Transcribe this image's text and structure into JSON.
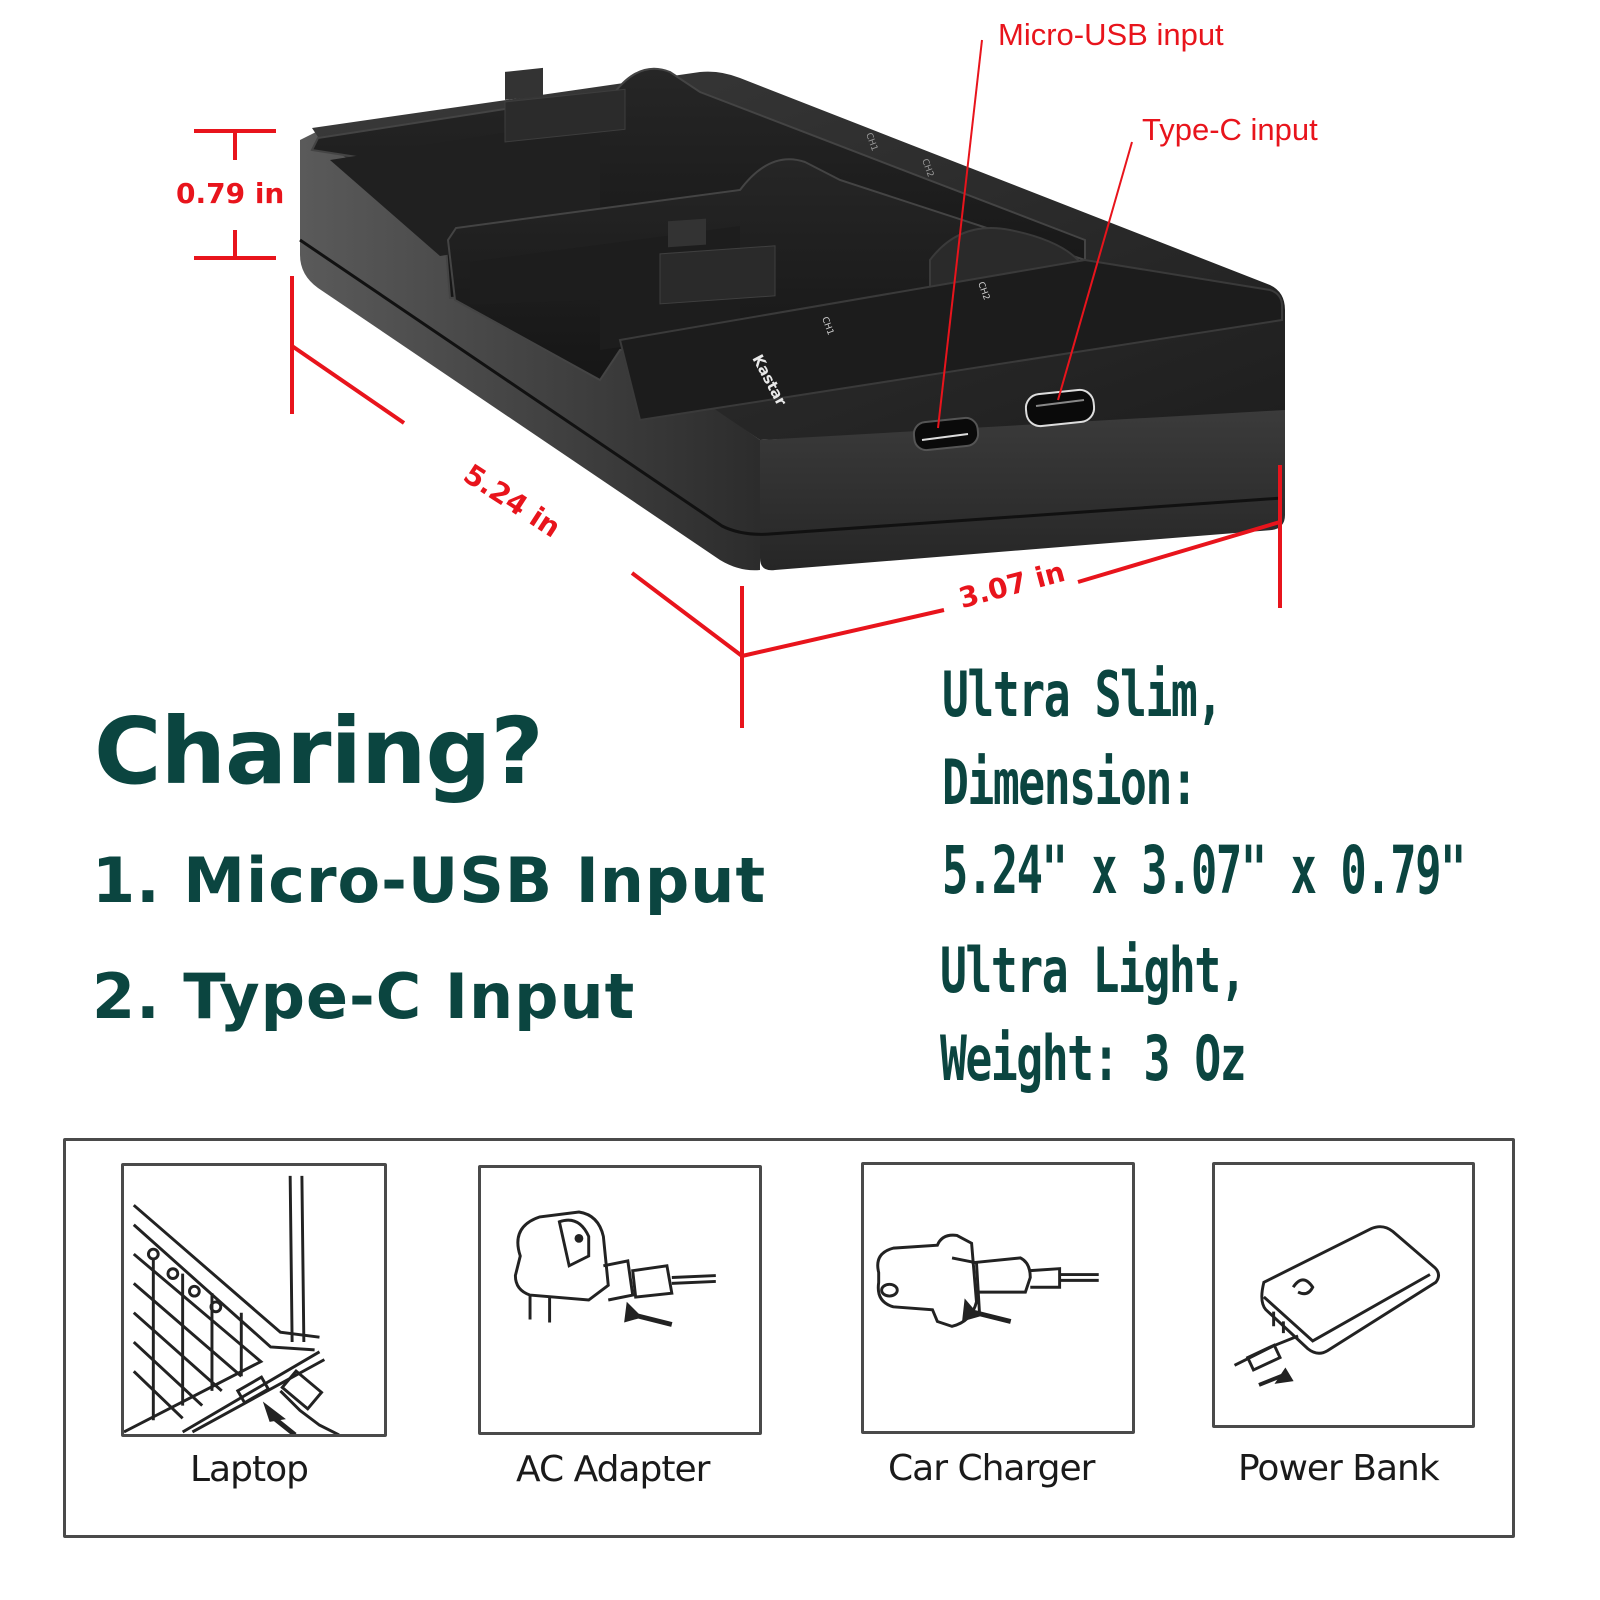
{
  "product": {
    "brand_logo": "Kastar",
    "slot_labels": [
      "CH1",
      "CH2"
    ],
    "port_icons": [
      "micro-usb-port-icon",
      "type-c-port-icon"
    ]
  },
  "callouts": {
    "micro_usb": "Micro-USB input",
    "type_c": "Type-C input"
  },
  "dimensions": {
    "height": "0.79 in",
    "length": "5.24 in",
    "width": "3.07 in"
  },
  "charging": {
    "title": "Charing?",
    "options": [
      "1. Micro-USB Input",
      "2. Type-C Input"
    ]
  },
  "specs": {
    "slim_line": "Ultra Slim,",
    "dimension_label": "Dimension:",
    "dimension_value": "5.24\" x 3.07\" x 0.79\"",
    "light_line": "Ultra Light,",
    "weight_line": "Weight: 3 Oz"
  },
  "methods": [
    {
      "label": "Laptop",
      "icon": "laptop-usb-icon"
    },
    {
      "label": "AC Adapter",
      "icon": "ac-adapter-icon"
    },
    {
      "label": "Car Charger",
      "icon": "car-charger-icon"
    },
    {
      "label": "Power Bank",
      "icon": "power-bank-icon"
    }
  ],
  "colors": {
    "annotation_red": "#e8141c",
    "headline_teal": "#0b4540",
    "device_black": "#2a2a2a",
    "panel_border": "#4a4a4a"
  }
}
